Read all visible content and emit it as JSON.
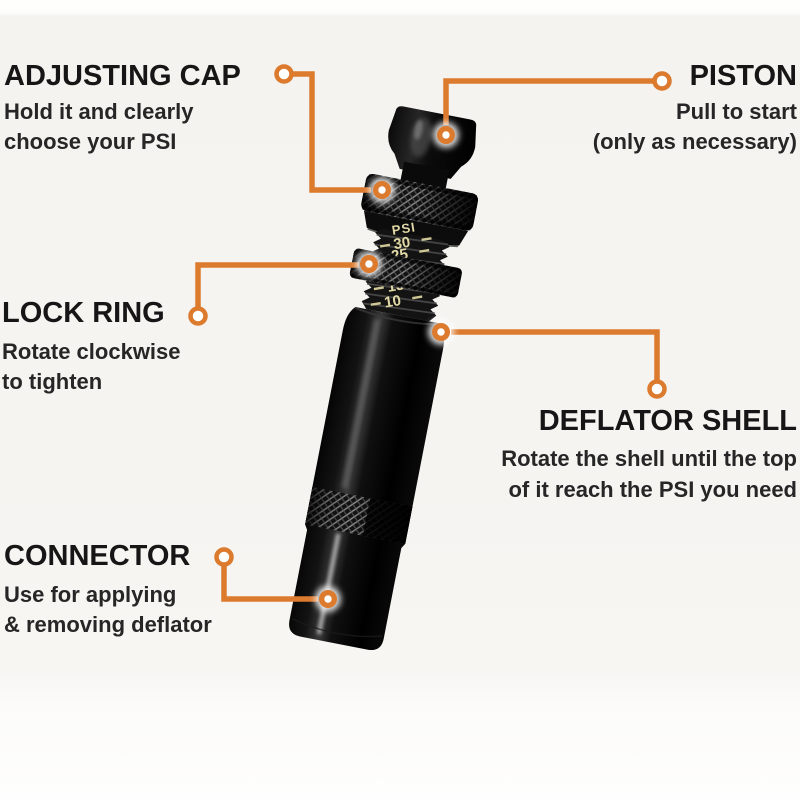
{
  "diagram": {
    "subject": "tire deflator tool",
    "callouts": [
      {
        "id": "adjusting-cap",
        "heading": "ADJUSTING CAP",
        "lines": [
          "Hold it and clearly",
          "choose your PSI"
        ]
      },
      {
        "id": "piston",
        "heading": "PISTON",
        "lines": [
          "Pull to start",
          "(only as necessary)"
        ]
      },
      {
        "id": "lock-ring",
        "heading": "LOCK RING",
        "lines": [
          "Rotate clockwise",
          "to tighten"
        ]
      },
      {
        "id": "deflator-shell",
        "heading": "DEFLATOR SHELL",
        "lines": [
          "Rotate the shell until the top",
          "of it reach the PSI you need"
        ]
      },
      {
        "id": "connector",
        "heading": "CONNECTOR",
        "lines": [
          "Use for applying",
          "& removing deflator"
        ]
      }
    ],
    "psi_scale": {
      "unit": "PSI",
      "values": [
        "30",
        "25",
        "15",
        "10"
      ]
    },
    "colors": {
      "accent": "#dc7a2e",
      "heading_text": "#161616",
      "body_text": "#262626",
      "scale_text": "#e2d9a6",
      "background": "#f6f4f1",
      "tool_black": "#0d0d0d"
    }
  }
}
